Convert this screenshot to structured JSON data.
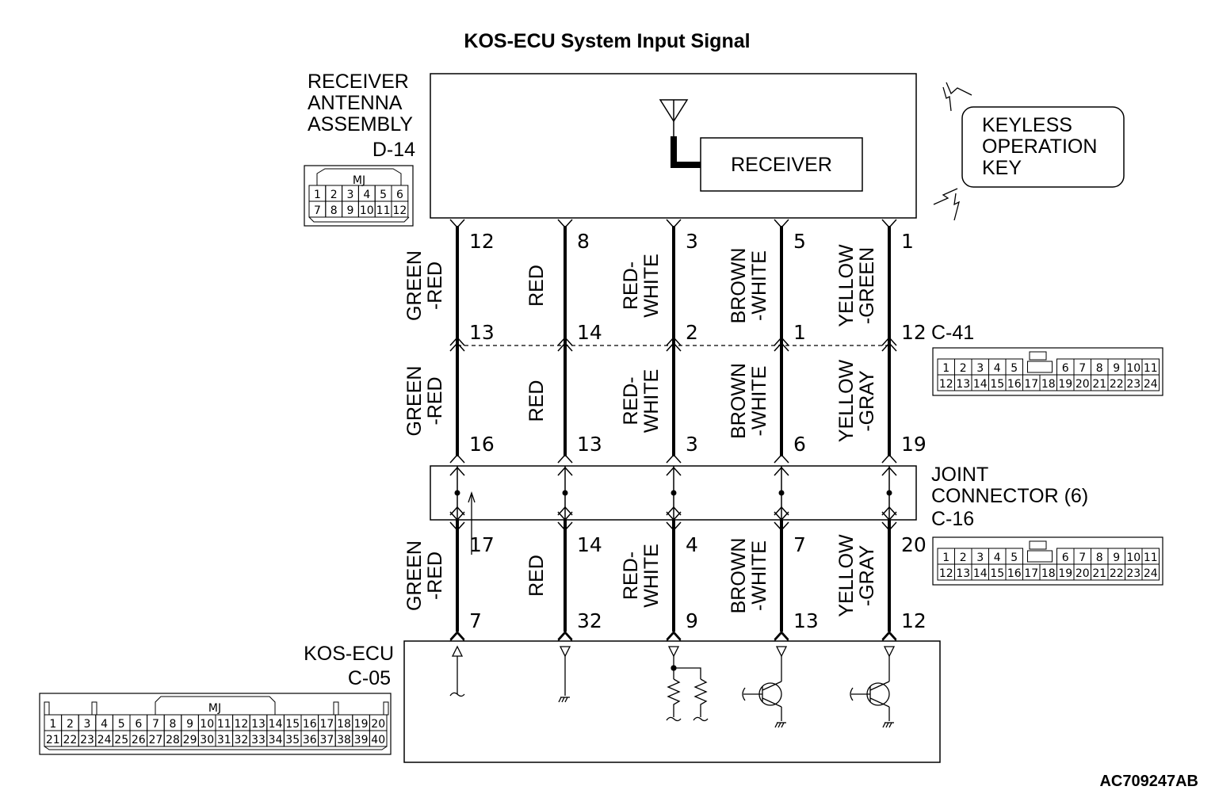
{
  "diagram": {
    "title": "KOS-ECU System Input Signal",
    "figure_code": "AC709247AB",
    "receiver_assembly": {
      "label_lines": [
        "RECEIVER",
        "ANTENNA",
        "ASSEMBLY"
      ],
      "connector_id": "D-14",
      "inner_block": "RECEIVER",
      "connector_face": {
        "key_label": "MJ",
        "rows": [
          [
            "1",
            "2",
            "3",
            "4",
            "5",
            "6"
          ],
          [
            "7",
            "8",
            "9",
            "10",
            "11",
            "12"
          ]
        ]
      }
    },
    "keyless_key": {
      "label_lines": [
        "KEYLESS",
        "OPERATION",
        "KEY"
      ]
    },
    "intermediate_connector": {
      "connector_id": "C-41",
      "connector_face": {
        "rows": [
          [
            "1",
            "2",
            "3",
            "4",
            "5",
            "",
            "6",
            "7",
            "8",
            "9",
            "10",
            "11"
          ],
          [
            "12",
            "13",
            "14",
            "15",
            "16",
            "17",
            "18",
            "19",
            "20",
            "21",
            "22",
            "23",
            "24"
          ]
        ]
      }
    },
    "joint_connector": {
      "label_lines": [
        "JOINT",
        "CONNECTOR (6)"
      ],
      "connector_id": "C-16",
      "connector_face": {
        "rows": [
          [
            "1",
            "2",
            "3",
            "4",
            "5",
            "",
            "6",
            "7",
            "8",
            "9",
            "10",
            "11"
          ],
          [
            "12",
            "13",
            "14",
            "15",
            "16",
            "17",
            "18",
            "19",
            "20",
            "21",
            "22",
            "23",
            "24"
          ]
        ]
      }
    },
    "ecu": {
      "label": "KOS-ECU",
      "connector_id": "C-05",
      "connector_face": {
        "key_label": "MJ",
        "rows": [
          [
            "1",
            "2",
            "3",
            "4",
            "5",
            "6",
            "7",
            "8",
            "9",
            "10",
            "11",
            "12",
            "13",
            "14",
            "15",
            "16",
            "17",
            "18",
            "19",
            "20"
          ],
          [
            "21",
            "22",
            "23",
            "24",
            "25",
            "26",
            "27",
            "28",
            "29",
            "30",
            "31",
            "32",
            "33",
            "34",
            "35",
            "36",
            "37",
            "38",
            "39",
            "40"
          ]
        ]
      },
      "internal_circuits": [
        "signal-output",
        "ground",
        "pull-down-resistors",
        "npn-transistor",
        "npn-transistor"
      ]
    },
    "circuits": [
      {
        "segments": [
          {
            "color": "GREEN-RED",
            "color_lines": [
              "GREEN",
              "-RED"
            ],
            "pin_top": "12",
            "pin_bottom": "13"
          },
          {
            "color": "GREEN-RED",
            "color_lines": [
              "GREEN",
              "-RED"
            ],
            "pin_top": "",
            "pin_bottom": "16"
          },
          {
            "color": "GREEN-RED",
            "color_lines": [
              "GREEN",
              "-RED"
            ],
            "pin_top": "17",
            "pin_bottom": "7"
          }
        ]
      },
      {
        "segments": [
          {
            "color": "RED",
            "color_lines": [
              "RED"
            ],
            "pin_top": "8",
            "pin_bottom": "14"
          },
          {
            "color": "RED",
            "color_lines": [
              "RED"
            ],
            "pin_top": "",
            "pin_bottom": "13"
          },
          {
            "color": "RED",
            "color_lines": [
              "RED"
            ],
            "pin_top": "14",
            "pin_bottom": "32"
          }
        ]
      },
      {
        "segments": [
          {
            "color": "RED-WHITE",
            "color_lines": [
              "RED-",
              "WHITE"
            ],
            "pin_top": "3",
            "pin_bottom": "2"
          },
          {
            "color": "RED-WHITE",
            "color_lines": [
              "RED-",
              "WHITE"
            ],
            "pin_top": "",
            "pin_bottom": "3"
          },
          {
            "color": "RED-WHITE",
            "color_lines": [
              "RED-",
              "WHITE"
            ],
            "pin_top": "4",
            "pin_bottom": "9"
          }
        ]
      },
      {
        "segments": [
          {
            "color": "BROWN-WHITE",
            "color_lines": [
              "BROWN",
              "-WHITE"
            ],
            "pin_top": "5",
            "pin_bottom": "1"
          },
          {
            "color": "BROWN-WHITE",
            "color_lines": [
              "BROWN",
              "-WHITE"
            ],
            "pin_top": "",
            "pin_bottom": "6"
          },
          {
            "color": "BROWN-WHITE",
            "color_lines": [
              "BROWN",
              "-WHITE"
            ],
            "pin_top": "7",
            "pin_bottom": "13"
          }
        ]
      },
      {
        "segments": [
          {
            "color": "YELLOW-GREEN",
            "color_lines": [
              "YELLOW",
              "-GREEN"
            ],
            "pin_top": "1",
            "pin_bottom": "12"
          },
          {
            "color": "YELLOW-GRAY",
            "color_lines": [
              "YELLOW",
              "-GRAY"
            ],
            "pin_top": "",
            "pin_bottom": "19"
          },
          {
            "color": "YELLOW-GRAY",
            "color_lines": [
              "YELLOW",
              "-GRAY"
            ],
            "pin_top": "20",
            "pin_bottom": "12"
          }
        ]
      }
    ]
  }
}
